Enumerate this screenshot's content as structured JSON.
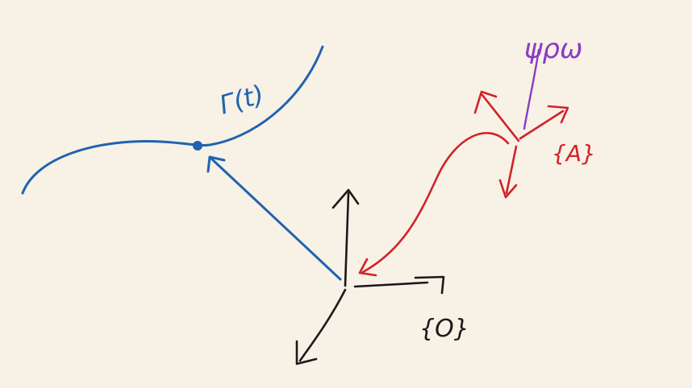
{
  "labels": {
    "curve": "Γ(t)",
    "frame_a": "{A}",
    "frame_o": "{O}",
    "angular_velocity": "ψρω"
  },
  "colors": {
    "background": "#f7f1e6",
    "curve_blue": "#1f63b0",
    "frame_red": "#d12229",
    "frame_black": "#1a1a1a",
    "label_purple": "#8a3cc4"
  }
}
